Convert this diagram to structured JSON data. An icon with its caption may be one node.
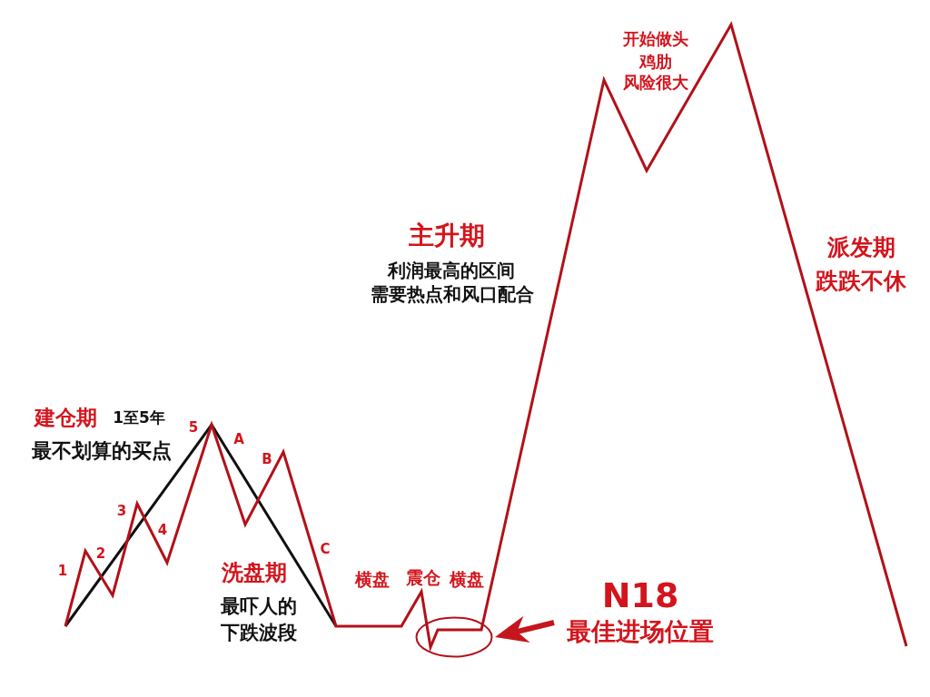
{
  "diagram": {
    "nodes": [
      {
        "text": [
          "N18",
          "最佳进场位置"
        ]
      },
      {
        "text": [],
        "shape": "ellipse"
      }
    ],
    "edges": [
      {
        "from": 0,
        "to": 1,
        "arrow": "to"
      }
    ],
    "labels": [
      "建仓期",
      "1至5年",
      "最不划算的买点",
      "1",
      "2",
      "3",
      "4",
      "5",
      "A",
      "B",
      "C",
      "洗盘期",
      "最吓人的下跌波段",
      "横盘",
      "震仓",
      "横盘",
      "主升期",
      "利润最高的区间",
      "需要热点和风口配合",
      "开始做头",
      "鸡肋",
      "风险很大",
      "派发期",
      "跌跌不休"
    ]
  }
}
